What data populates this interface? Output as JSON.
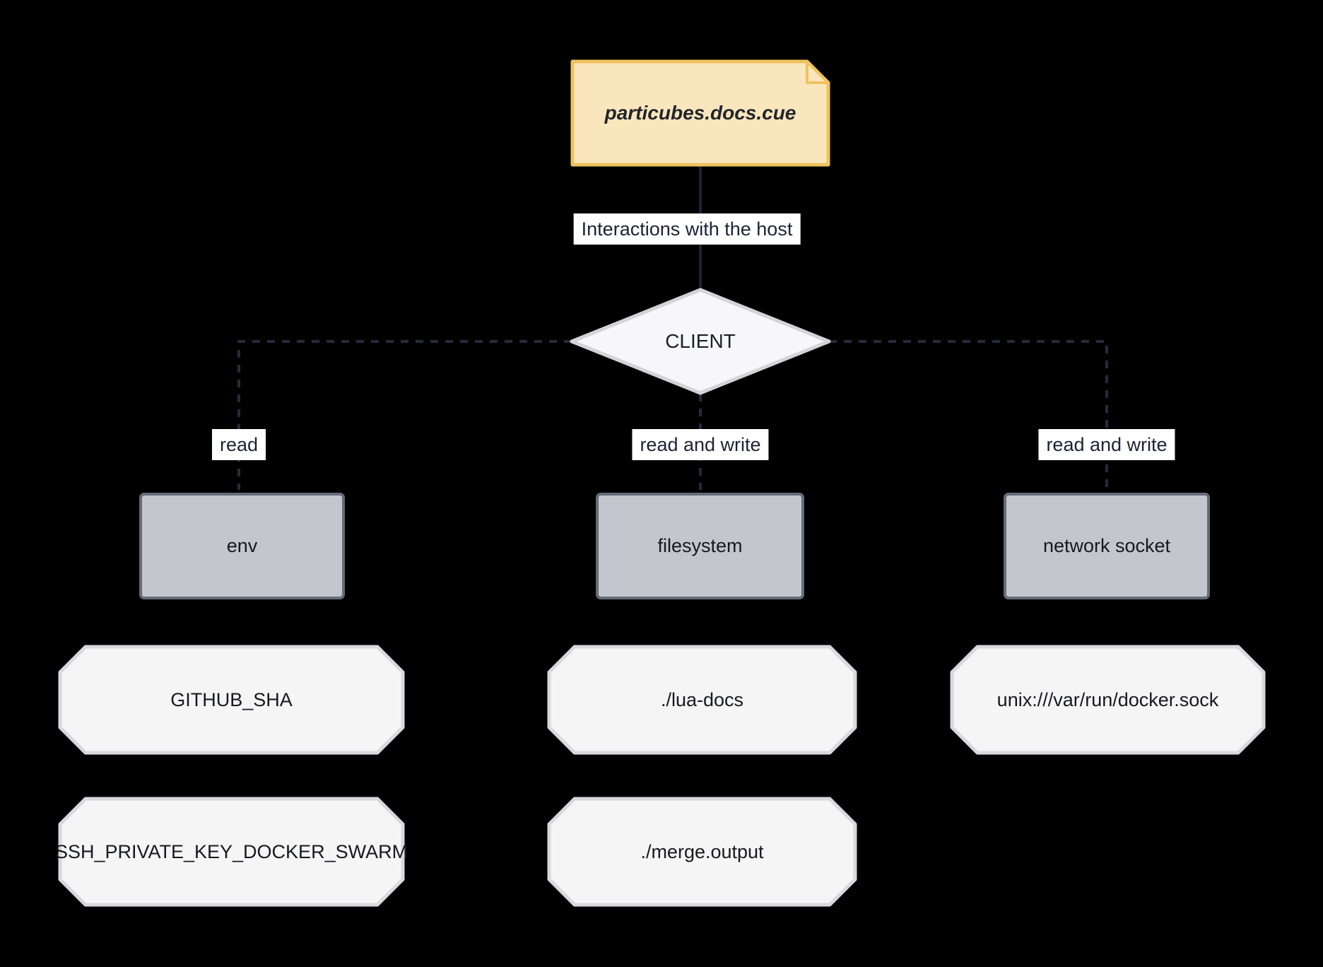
{
  "background": "#000000",
  "note": {
    "label": "particubes.docs.cue",
    "fill": "#fae6bd",
    "border": "#eec25e"
  },
  "edges": {
    "top_label": "Interactions with the host",
    "line_color": "#232b3e"
  },
  "decision": {
    "label": "CLIENT",
    "fill": "#f7f7f9",
    "border": "#d3d3d9"
  },
  "branches": [
    {
      "edge_label": "read",
      "node": "env",
      "items": [
        "GITHUB_SHA",
        "SSH_PRIVATE_KEY_DOCKER_SWARM"
      ]
    },
    {
      "edge_label": "read and write",
      "node": "filesystem",
      "items": [
        "./lua-docs",
        "./merge.output"
      ]
    },
    {
      "edge_label": "read and write",
      "node": "network socket",
      "items": [
        "unix:///var/run/docker.sock"
      ]
    }
  ],
  "node_style": {
    "fill": "#c3c6cc",
    "border": "#646c79"
  },
  "item_style": {
    "fill": "#f5f5f6",
    "border": "#d8d8dd"
  },
  "label_style": {
    "bg": "#ffffff",
    "fg": "#1d2335"
  }
}
